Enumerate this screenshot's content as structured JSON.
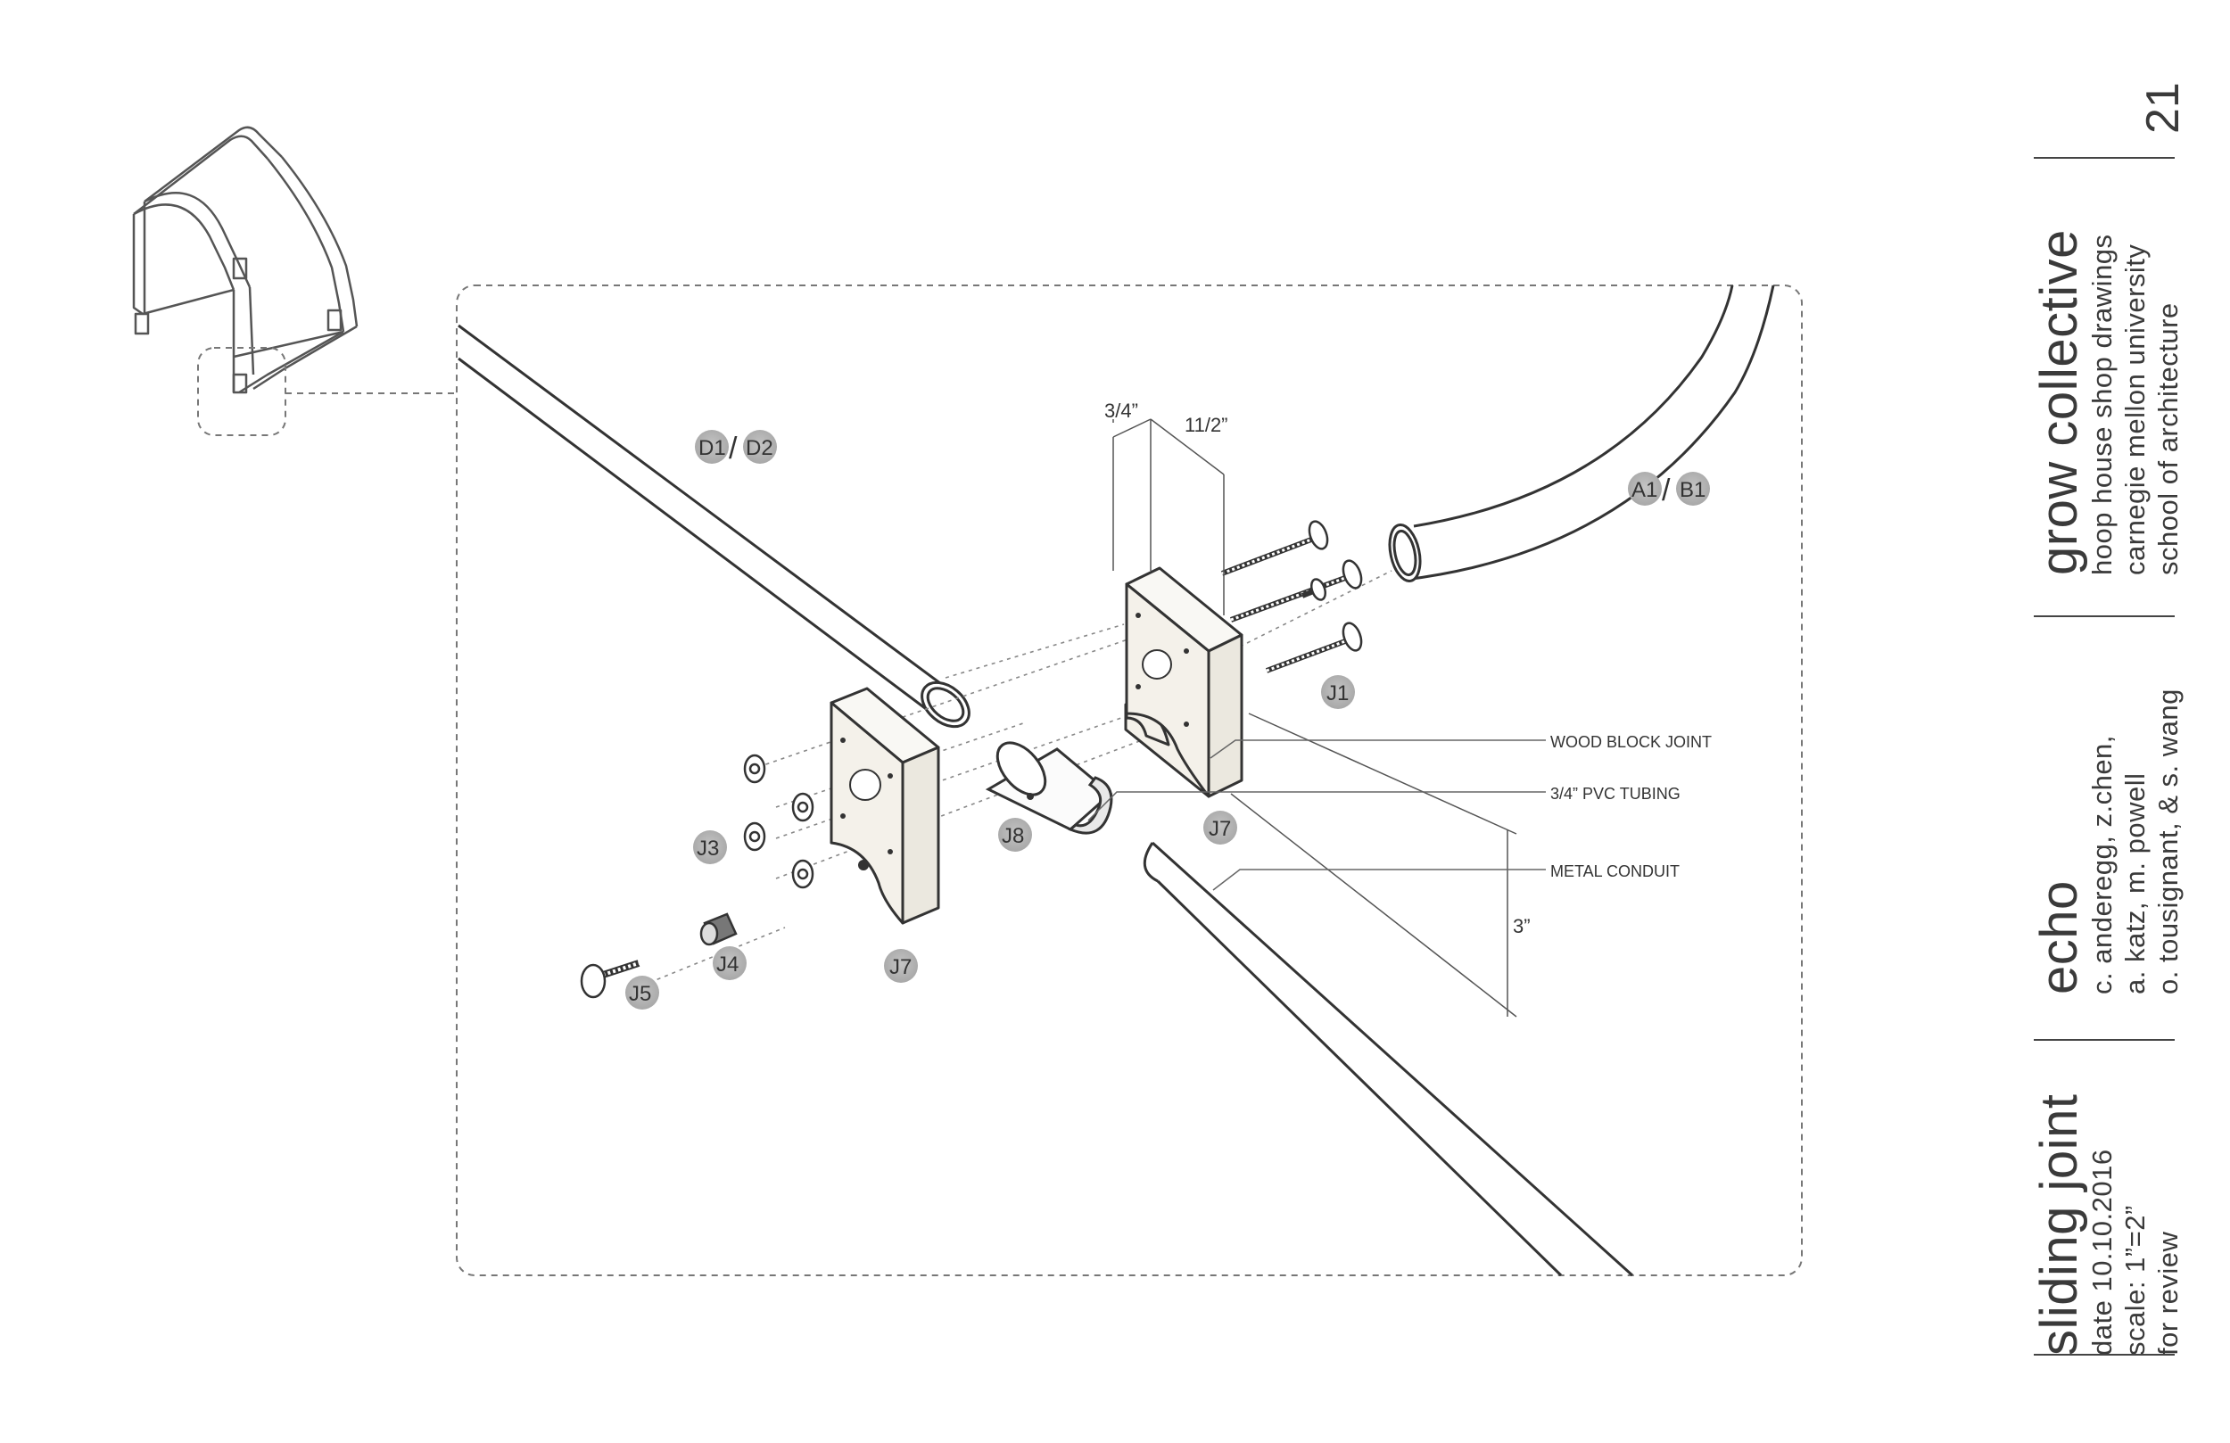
{
  "page_number": "21",
  "title_block": {
    "project": {
      "title": "grow collective",
      "lines": [
        "hoop house shop drawings",
        "carnegie mellon university",
        "school of architecture"
      ]
    },
    "team": {
      "title": "echo",
      "lines": [
        "c. anderegg, z.chen,",
        "a. katz, m. powell",
        "o. tousignant, & s. wang"
      ]
    },
    "sheet": {
      "title": "sliding joint",
      "lines": [
        "date 10.10.2016",
        "scale: 1”=2”",
        "for review"
      ]
    }
  },
  "part_tags": {
    "d1": "D1",
    "d2": "D2",
    "a1": "A1",
    "b1": "B1",
    "j1": "J1",
    "j3": "J3",
    "j4": "J4",
    "j5": "J5",
    "j7_left": "J7",
    "j7_right": "J7",
    "j8": "J8",
    "separator": "/"
  },
  "dimensions": {
    "block_thickness": "3/4”",
    "block_width": "11/2”",
    "block_height": "3”"
  },
  "callouts": {
    "wood_block": "WOOD BLOCK JOINT",
    "pvc": "3/4” PVC TUBING",
    "conduit": "METAL CONDUIT"
  },
  "colors": {
    "line": "#333333",
    "tag_fill": "#b4b4b4",
    "wood": "#f4f1ea"
  }
}
